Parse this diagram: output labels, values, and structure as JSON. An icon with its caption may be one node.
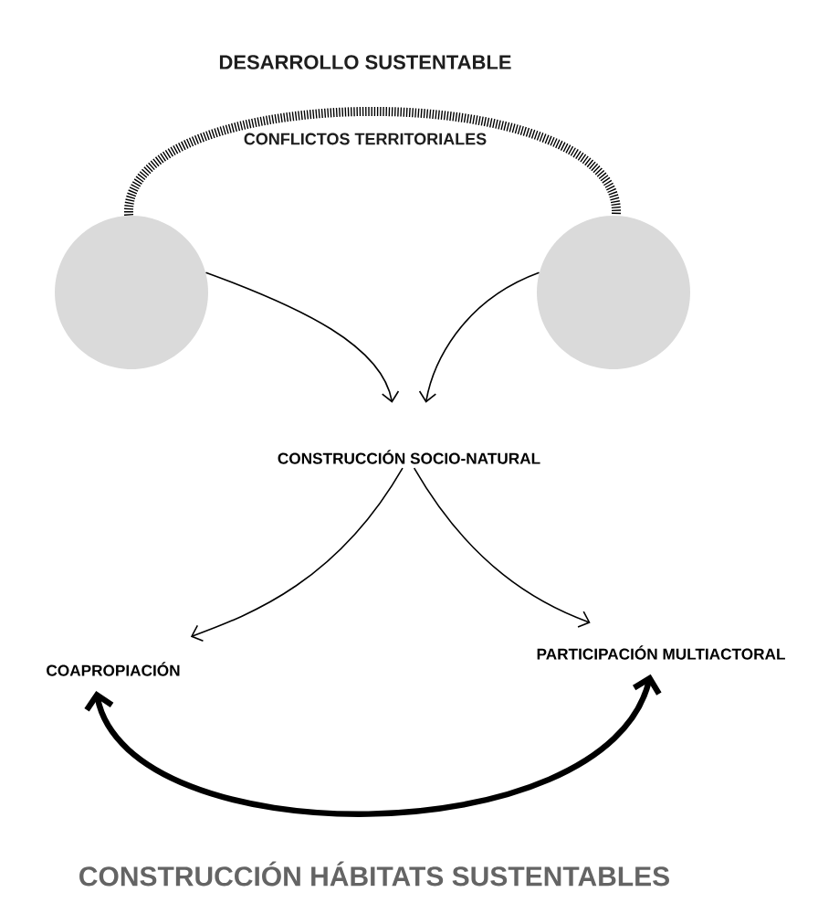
{
  "diagram": {
    "nodes": [
      {
        "text": [],
        "shape": "circle"
      },
      {
        "text": [],
        "shape": "circle"
      },
      {
        "text": [
          "CONSTRUCCIÓN SOCIO-NATURAL"
        ]
      },
      {
        "text": [
          "COAPROPIACIÓN"
        ]
      },
      {
        "text": [
          "PARTICIPACIÓN MULTIACTORAL"
        ]
      }
    ],
    "edges": [
      {
        "from": 0,
        "to": 1,
        "arrow": "none",
        "style": "dashed"
      },
      {
        "from": 0,
        "to": 2,
        "arrow": "to"
      },
      {
        "from": 1,
        "to": 2,
        "arrow": "to"
      },
      {
        "from": 2,
        "to": 3,
        "arrow": "to"
      },
      {
        "from": 2,
        "to": 4,
        "arrow": "to"
      },
      {
        "from": 3,
        "to": 4,
        "arrow": "both",
        "style": "thick",
        "label": "CONSTRUCCIÓN HÁBITATS SUSTENTABLES"
      }
    ],
    "labels": [
      "DESARROLLO SUSTENTABLE",
      "CONFLICTOS TERRITORIALES"
    ]
  }
}
